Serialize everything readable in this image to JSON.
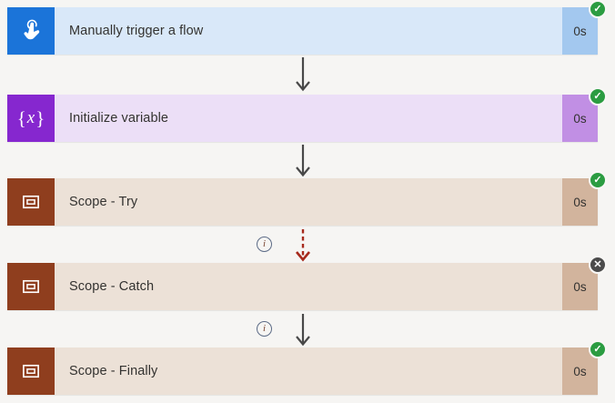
{
  "colors": {
    "page_bg": "#f6f5f3",
    "success": "#2b9c41",
    "skipped": "#4b4b4b",
    "arrow_gray": "#484848",
    "arrow_red": "#a6291c",
    "label_text": "#333230"
  },
  "icons": {
    "check": "✓",
    "cross": "✕",
    "info": "i",
    "trigger": "touch-icon",
    "variable": "curly-braces-x-icon",
    "scope": "nested-rectangles-icon"
  },
  "flow": {
    "nodes": [
      {
        "label": "Manually trigger a flow",
        "duration": "0s",
        "status": "success",
        "theme": {
          "bg": "#d9e8f9",
          "icon_bg": "#1b74d9",
          "duration_bg": "#a3c8ef"
        }
      },
      {
        "label": "Initialize variable",
        "duration": "0s",
        "status": "success",
        "theme": {
          "bg": "#ecdff7",
          "icon_bg": "#8627cf",
          "duration_bg": "#c18fe4"
        }
      },
      {
        "label": "Scope - Try",
        "duration": "0s",
        "status": "success",
        "theme": {
          "bg": "#ece1d7",
          "icon_bg": "#8f3e1e",
          "duration_bg": "#d2b49d"
        }
      },
      {
        "label": "Scope - Catch",
        "duration": "0s",
        "status": "skipped",
        "theme": {
          "bg": "#ece1d7",
          "icon_bg": "#8f3e1e",
          "duration_bg": "#d2b49d"
        }
      },
      {
        "label": "Scope - Finally",
        "duration": "0s",
        "status": "success",
        "theme": {
          "bg": "#ece1d7",
          "icon_bg": "#8f3e1e",
          "duration_bg": "#d2b49d"
        }
      }
    ],
    "connectors": [
      {
        "from": 0,
        "to": 1,
        "type": "solid",
        "has_info": false
      },
      {
        "from": 1,
        "to": 2,
        "type": "solid",
        "has_info": false
      },
      {
        "from": 2,
        "to": 3,
        "type": "dashed-red",
        "has_info": true
      },
      {
        "from": 3,
        "to": 4,
        "type": "solid",
        "has_info": true
      }
    ]
  }
}
